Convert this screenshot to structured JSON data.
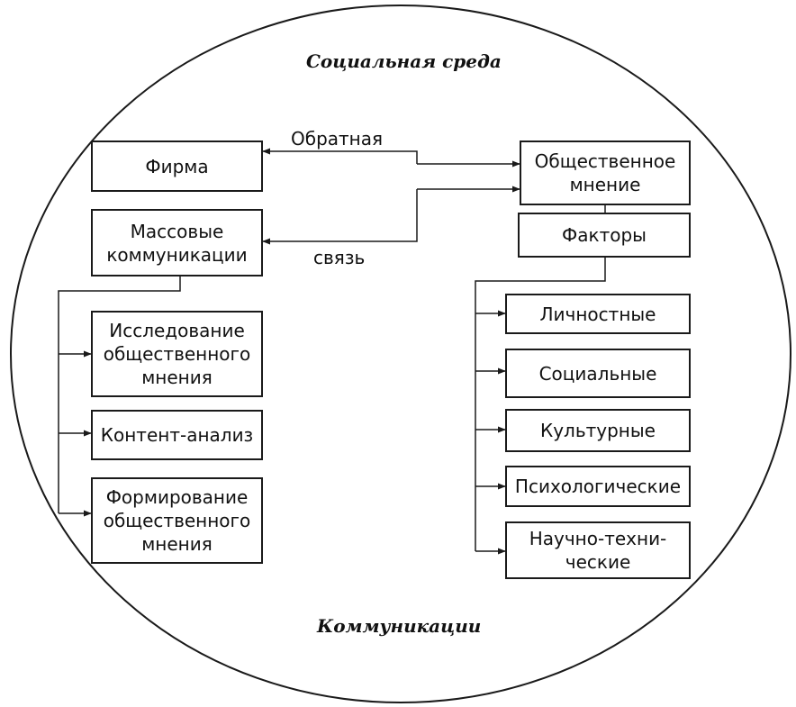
{
  "env_top_label": "Социальная среда",
  "env_bottom_label": "Коммуникации",
  "feedback_label_top": "Обратная",
  "feedback_label_bottom": "связь",
  "left_boxes": {
    "firm": "Фирма",
    "mass_comm": "Массовые\nкоммуникации",
    "research": "Исследование\nобщественного\nмнения",
    "content_analysis": "Контент-анализ",
    "formation": "Формирование\nобщественного\nмнения"
  },
  "right_boxes": {
    "public_opinion": "Общественное\nмнение",
    "factors": "Факторы"
  },
  "factor_items": [
    "Личностные",
    "Социальные",
    "Культурные",
    "Психологические",
    "Научно-техни-\nческие"
  ],
  "colors": {
    "ink": "#1a1a1a",
    "paper": "#ffffff"
  }
}
